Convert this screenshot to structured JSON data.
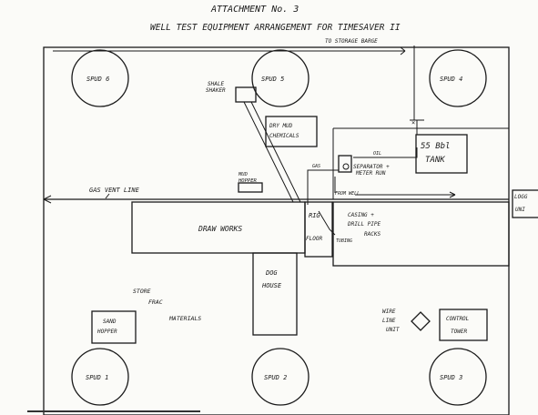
{
  "header": {
    "title": "ATTACHMENT No. 3",
    "subtitle": "WELL TEST EQUIPMENT ARRANGEMENT FOR TIMESAVER II"
  },
  "labels": {
    "to_storage": "TO STORAGE BARGE",
    "spud6": "SPUD 6",
    "spud5": "SPUD 5",
    "spud4": "SPUD 4",
    "spud1": "SPUD 1",
    "spud2": "SPUD 2",
    "spud3": "SPUD 3",
    "shale_shaker_1": "SHALE",
    "shale_shaker_2": "SHAKER",
    "dry_mud_1": "DRY MUD",
    "dry_mud_2": "CHEMICALS",
    "mud_hopper_1": "MUD",
    "mud_hopper_2": "HOPPER",
    "tank_1": "55 Bbl",
    "tank_2": "TANK",
    "oil": "OIL",
    "gas": "GAS",
    "separator_1": "SEPARATOR +",
    "separator_2": "METER RUN",
    "from_well": "FROM WELL",
    "gas_vent": "GAS VENT LINE",
    "draw_works": "DRAW WORKS",
    "rig": "RIG",
    "floor": "FLOOR",
    "tubing": "TUBING",
    "casing_1": "CASING +",
    "casing_2": "DRILL PIPE",
    "casing_3": "RACKS",
    "dog_house_1": "DOG",
    "dog_house_2": "HOUSE",
    "store_1": "STORE",
    "store_2": "FRAC",
    "store_3": "MATERIALS",
    "sand_hopper_1": "SAND",
    "sand_hopper_2": "HOPPER",
    "wire_line_1": "WIRE",
    "wire_line_2": "LINE",
    "wire_line_3": "UNIT",
    "control_1": "CONTROL",
    "control_2": "TOWER",
    "logging_1": "LOGG",
    "logging_2": "UNI"
  }
}
